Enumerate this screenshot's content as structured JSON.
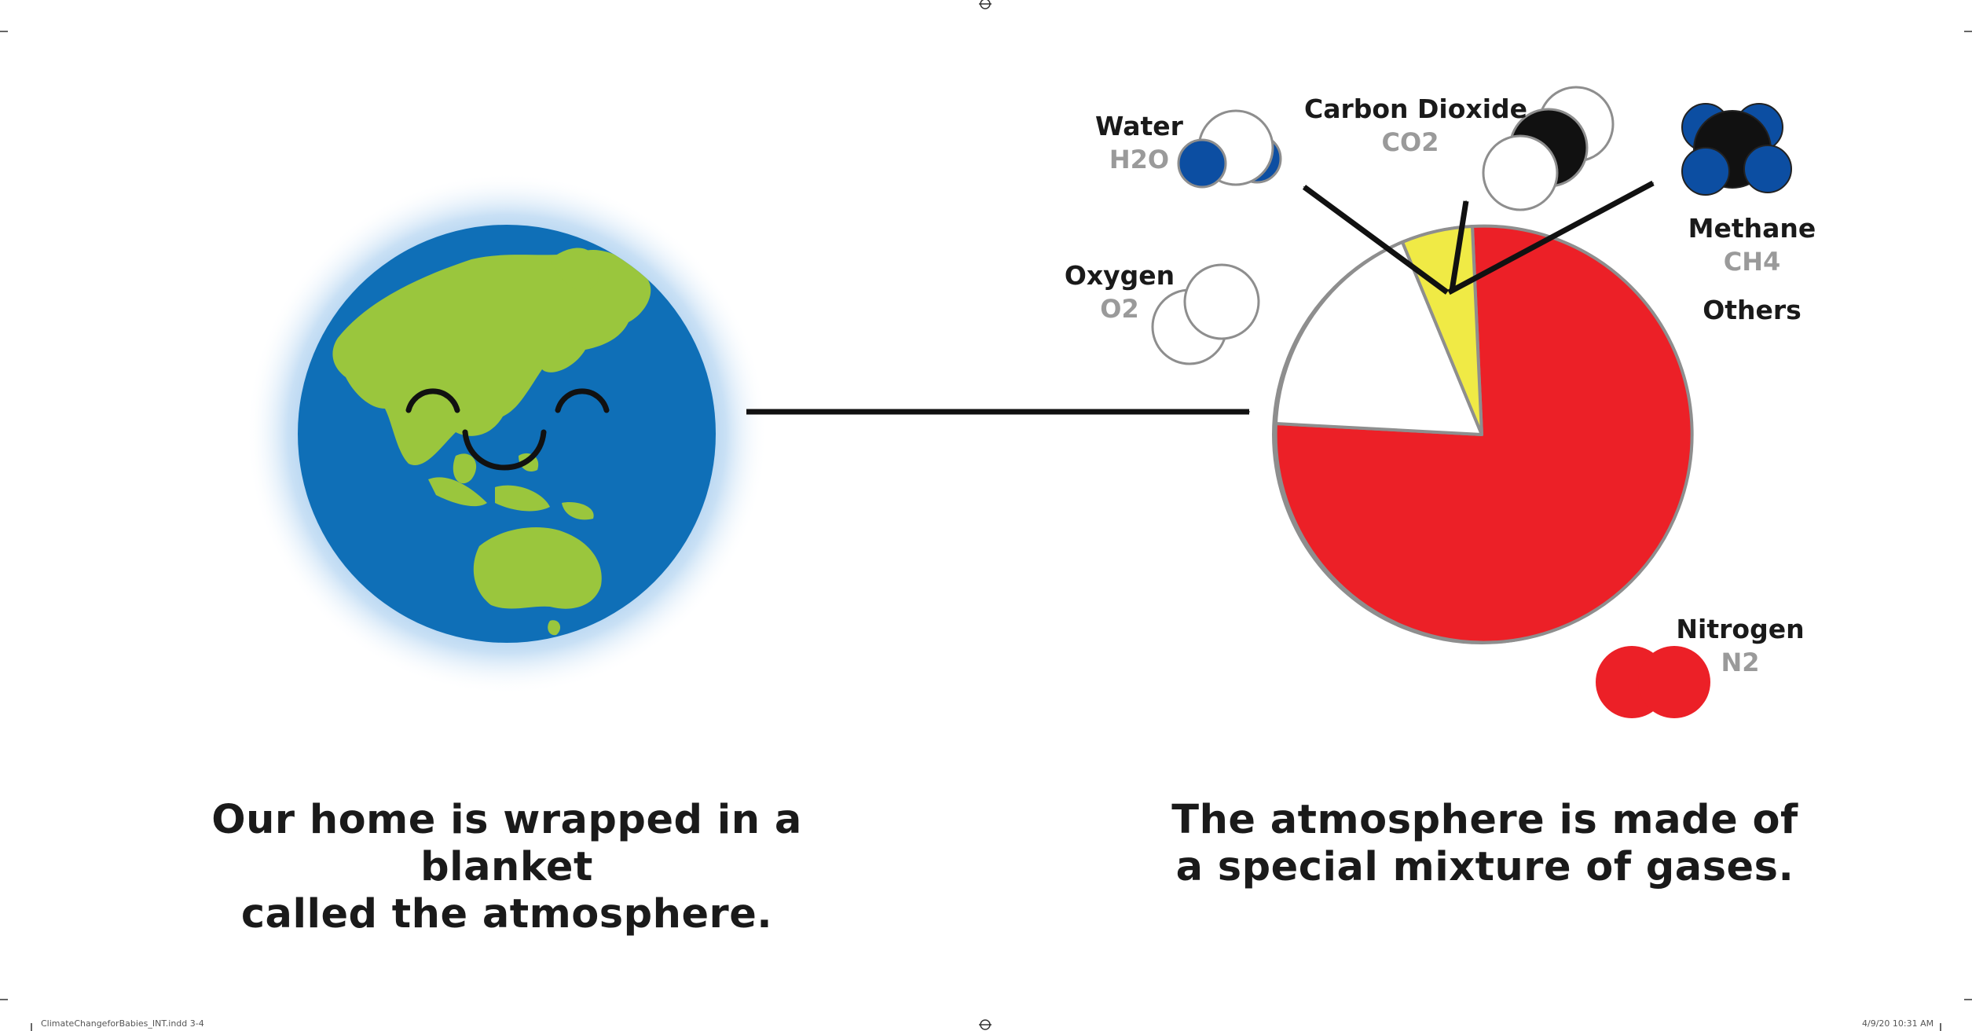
{
  "captions": {
    "left": [
      "Our home is wrapped in a blanket",
      "called the atmosphere."
    ],
    "right": [
      "The atmosphere is made of",
      "a special mixture of gases."
    ]
  },
  "gases": {
    "water": {
      "name": "Water",
      "formula": "H2O"
    },
    "carbon_dioxide": {
      "name": "Carbon Dioxide",
      "formula": "CO2"
    },
    "methane": {
      "name": "Methane",
      "formula": "CH4"
    },
    "others": {
      "name": "Others"
    },
    "oxygen": {
      "name": "Oxygen",
      "formula": "O2"
    },
    "nitrogen": {
      "name": "Nitrogen",
      "formula": "N2"
    }
  },
  "slug": {
    "file": "ClimateChangeforBabies_INT.indd   3-4",
    "timestamp": "4/9/20   10:31 AM"
  },
  "colors": {
    "ocean": "#0f6fb7",
    "land": "#9ac63d",
    "nitrogen": "#ec2027",
    "others": "#f0ea45",
    "hydrogen_blue": "#0c4ea2",
    "carbon": "#111111"
  },
  "icons": [
    "smiling-earth-icon",
    "pie-chart-icon",
    "water-molecule-icon",
    "carbon-dioxide-molecule-icon",
    "methane-molecule-icon",
    "oxygen-molecule-icon",
    "nitrogen-molecule-icon"
  ]
}
